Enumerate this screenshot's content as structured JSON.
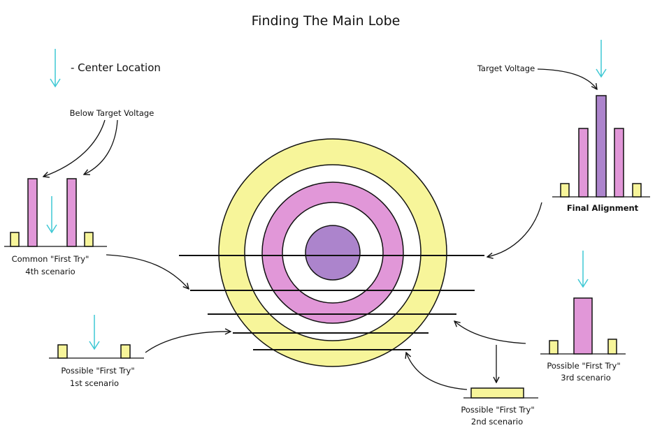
{
  "title": "Finding The Main Lobe",
  "legend": {
    "text": "- Center Location",
    "icon": "down-arrow-icon"
  },
  "labels": {
    "below_target": "Below Target Voltage",
    "target_voltage": "Target Voltage",
    "final_alignment": "Final Alignment",
    "scenario_4_line1": "Common \"First Try\"",
    "scenario_4_line2": "4th scenario",
    "scenario_1_line1": "Possible \"First Try\"",
    "scenario_1_line2": "1st scenario",
    "scenario_3_line1": "Possible \"First Try\"",
    "scenario_3_line2": "3rd scenario",
    "scenario_2_line1": "Possible \"First Try\"",
    "scenario_2_line2": "2nd scenario"
  },
  "colors": {
    "yellow": "#f7f59a",
    "pink": "#e197d8",
    "purple": "#ac84cc",
    "arrow": "#3ec8d4",
    "line": "#111111",
    "white": "#ffffff"
  }
}
